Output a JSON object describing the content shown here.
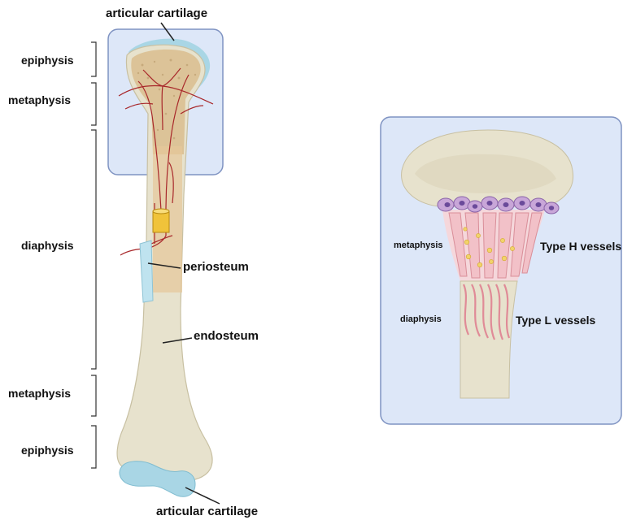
{
  "labels": {
    "articular_cartilage_top": "articular cartilage",
    "articular_cartilage_bottom": "articular cartilage",
    "epiphysis_top": "epiphysis",
    "metaphysis_top": "metaphysis",
    "diaphysis": "diaphysis",
    "metaphysis_bottom": "metaphysis",
    "epiphysis_bottom": "epiphysis",
    "periosteum": "periosteum",
    "endosteum": "endosteum"
  },
  "inset": {
    "metaphysis": "metaphysis",
    "diaphysis": "diaphysis",
    "type_h_vessels": "Type H vessels",
    "type_l_vessels": "Type L vessels"
  },
  "colors": {
    "bone": "#e7e2cd",
    "bone_shadow": "#d5ceb2",
    "marrow": "#e6c79a",
    "spongy": "#d9bd8e",
    "vessel": "#a8272a",
    "cartilage": "#a9d6e5",
    "highlight_box": "#dde7f8",
    "highlight_border": "#7f93c2",
    "chondrocyte": "#c8a6d8",
    "chondrocyte_nucleus": "#6a4a9a",
    "type_h": "#f2c1c8",
    "type_l": "#e08b97",
    "osteoblast": "#f2d36b"
  }
}
